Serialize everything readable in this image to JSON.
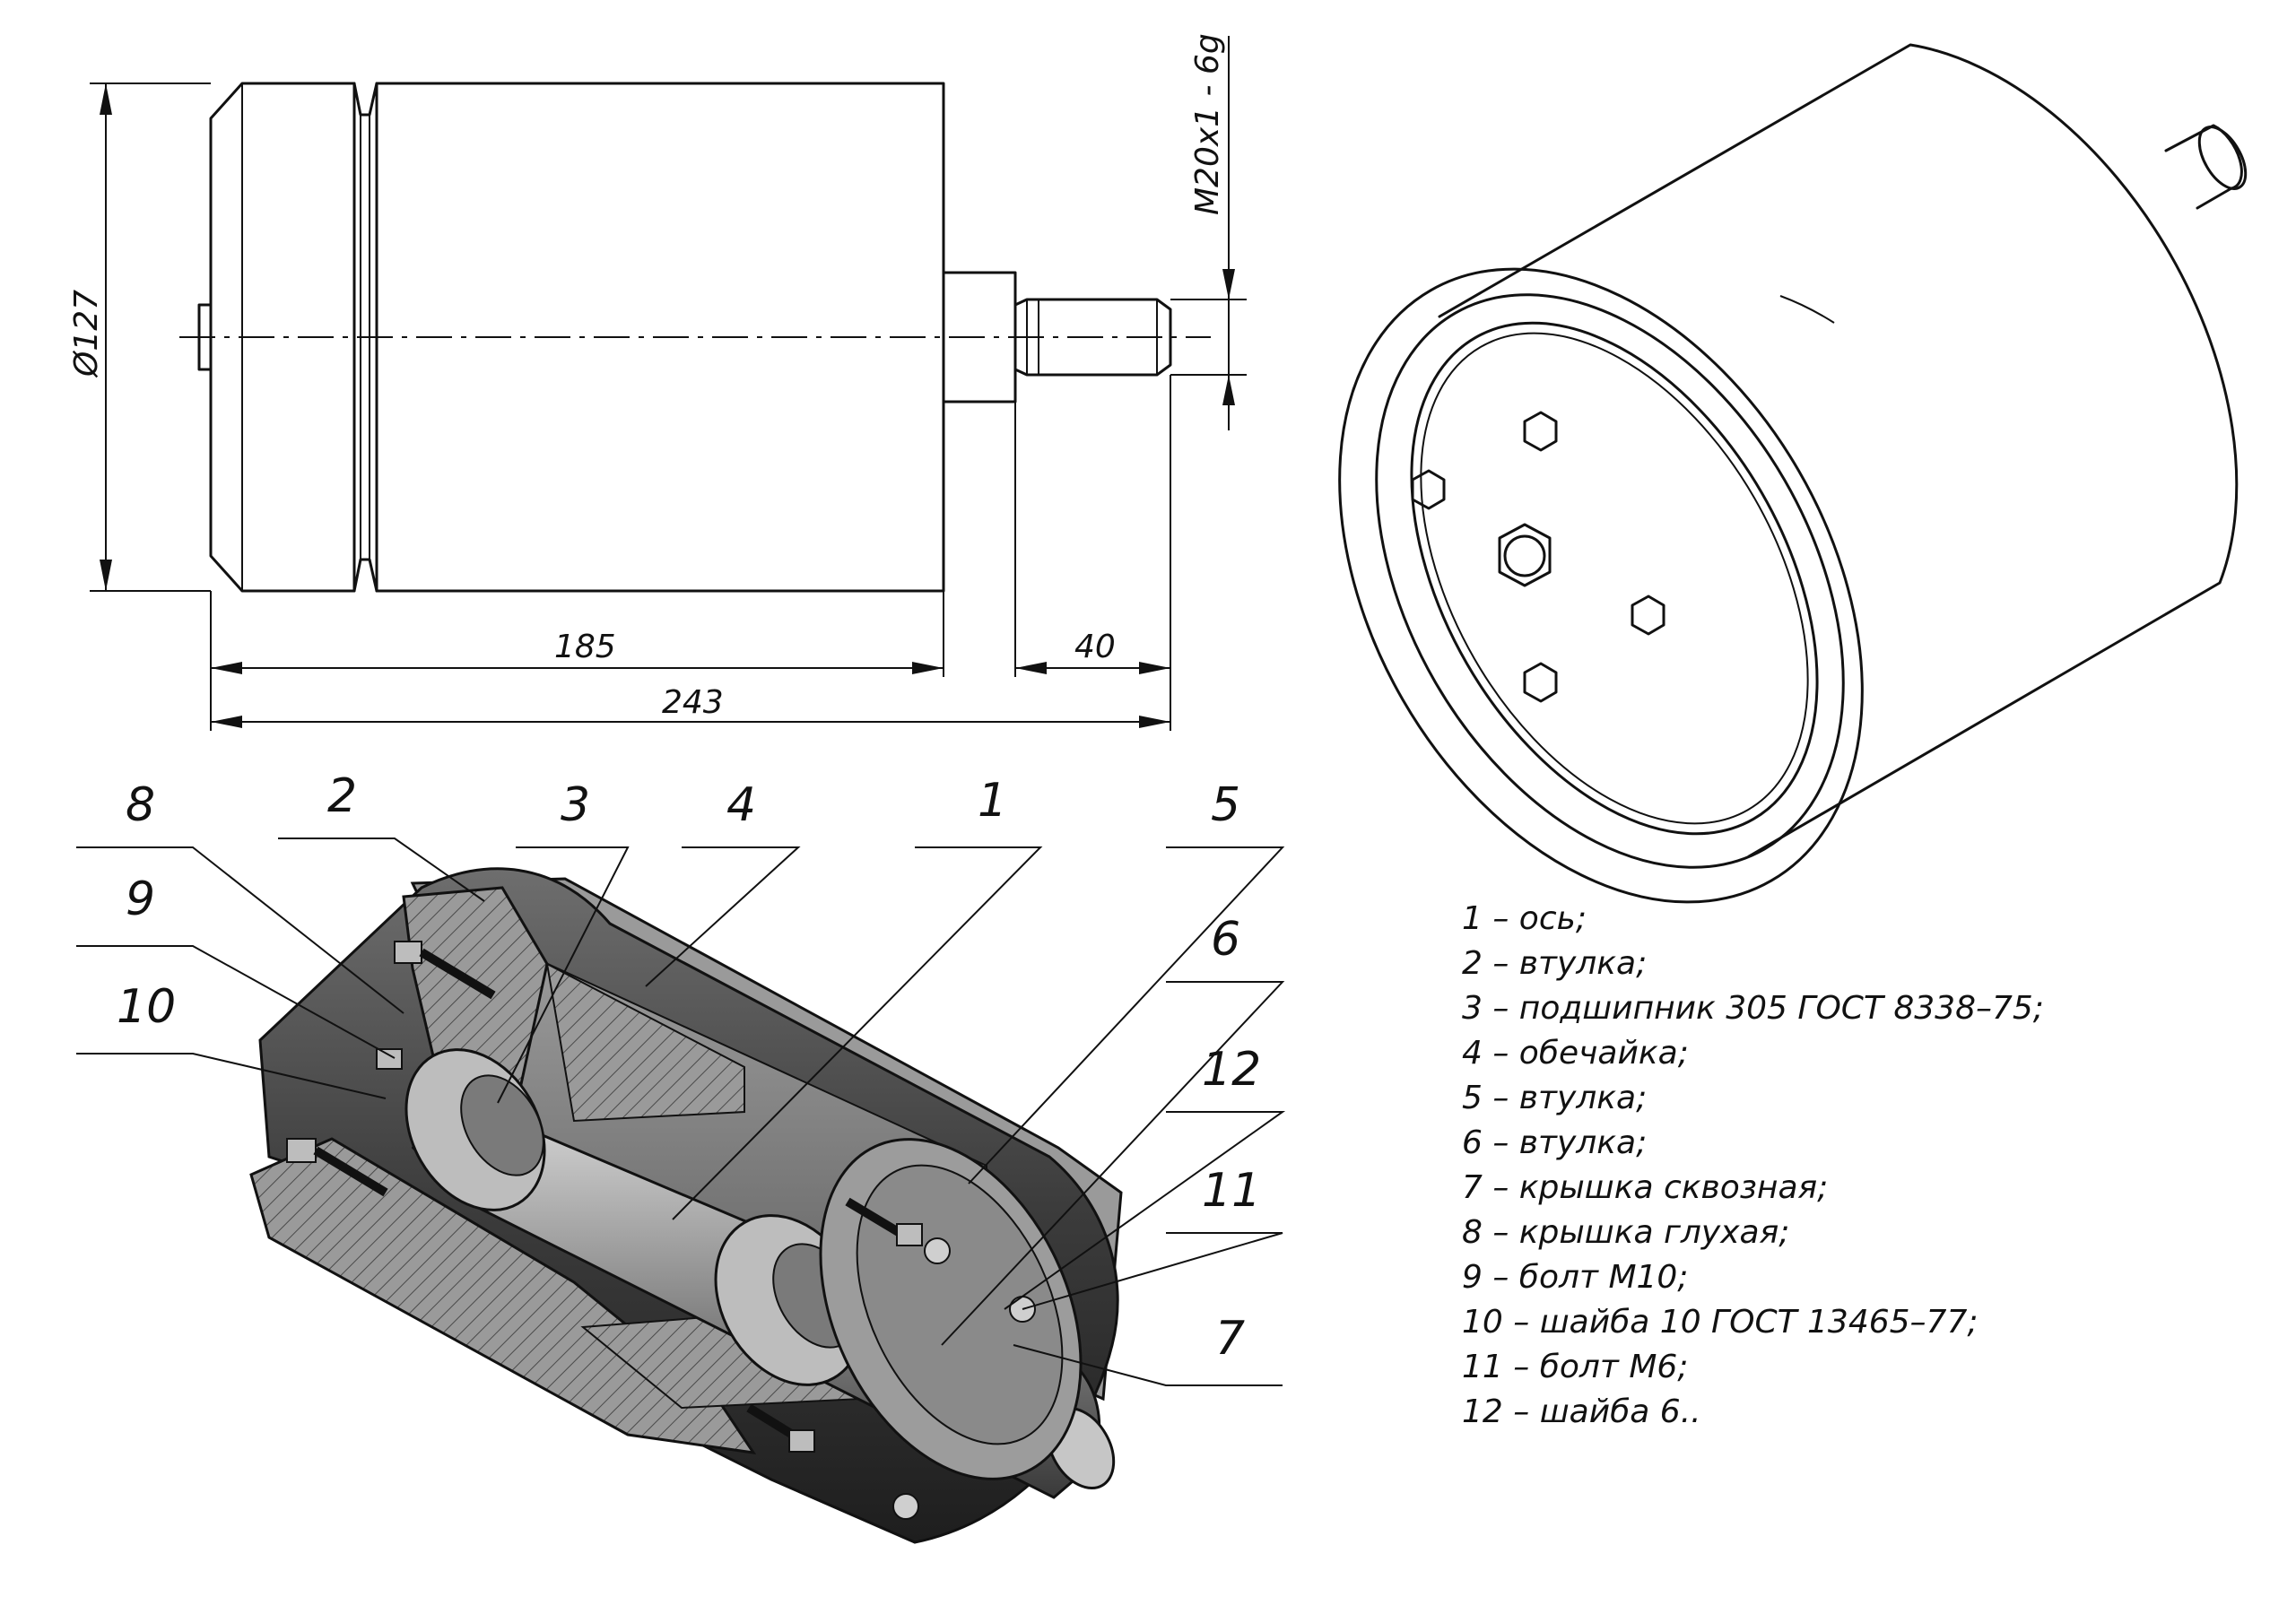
{
  "dimensions": {
    "diameter": "Ø127",
    "thread": "M20x1 - 6g",
    "body_length": "185",
    "shaft_length": "40",
    "total_length": "243"
  },
  "callouts": [
    "8",
    "2",
    "3",
    "4",
    "1",
    "5",
    "6",
    "12",
    "11",
    "7",
    "9",
    "10"
  ],
  "legend": [
    "1 – ось;",
    "2 – втулка;",
    "3 – подшипник 305 ГОСТ 8338–75;",
    "4 – обечайка;",
    "5 – втулка;",
    "6 – втулка;",
    "7 – крышка сквозная;",
    "8 – крышка глухая;",
    "9 – болт М10;",
    "10 – шайба 10 ГОСТ 13465–77;",
    "11 – болт М6;",
    "12 – шайба 6.."
  ],
  "colors": {
    "line": "#111111",
    "section_fill": "#8c8c8c",
    "shell_dark": "#3a3a3a",
    "background": "#ffffff"
  }
}
